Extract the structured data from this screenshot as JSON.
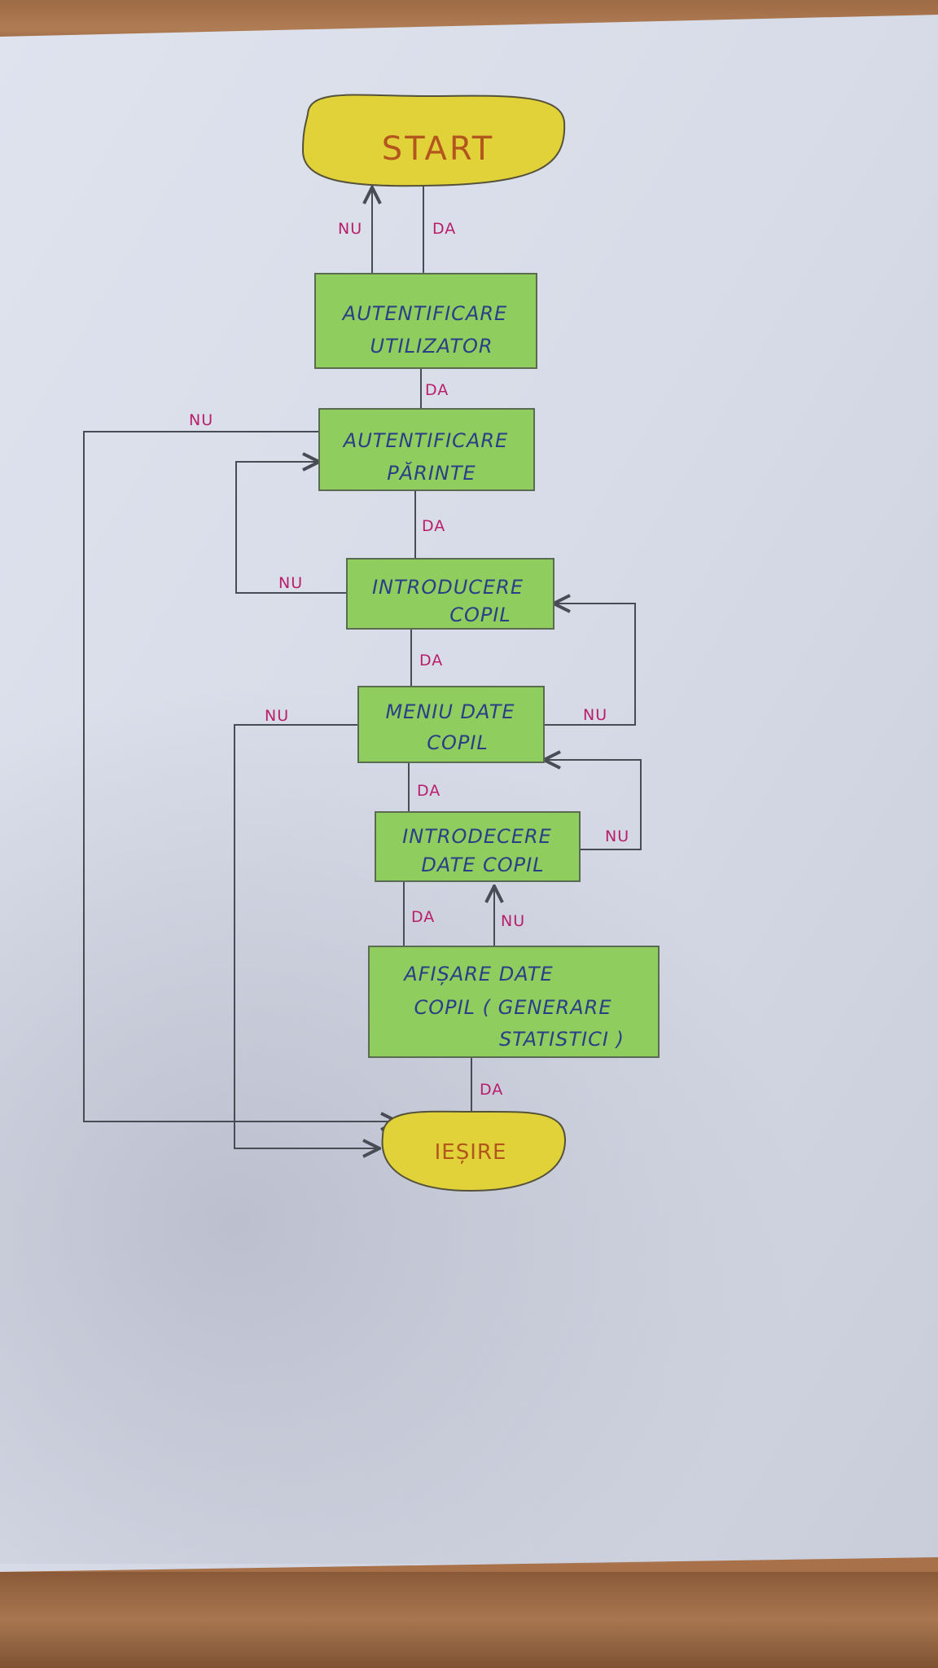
{
  "diagram": {
    "nodes": {
      "start": {
        "label": "START"
      },
      "auth_user": {
        "line1": "AUTENTIFICARE",
        "line2": "UTILIZATOR"
      },
      "auth_parent": {
        "line1": "AUTENTIFICARE",
        "line2": "PĂRINTE"
      },
      "intro_child": {
        "line1": "INTRODUCERE",
        "line2": "COPIL"
      },
      "menu_child": {
        "line1": "MENIU DATE",
        "line2": "COPIL"
      },
      "intro_data": {
        "line1": "INTRODECERE",
        "line2": "DATE COPIL"
      },
      "show_data": {
        "line1": "AFIȘARE DATE",
        "line2": "COPIL ( GENERARE",
        "line3": "STATISTICI )"
      },
      "exit": {
        "label": "IEȘIRE"
      }
    },
    "edge_labels": {
      "auth_user_nu": "NU",
      "auth_user_da": "DA",
      "auth_user_to_parent": "DA",
      "parent_nu": "NU",
      "parent_to_intro": "DA",
      "intro_nu": "NU",
      "intro_to_menu": "DA",
      "menu_left_nu": "NU",
      "menu_right_nu": "NU",
      "menu_to_data": "DA",
      "data_right_nu": "NU",
      "data_to_show": "DA",
      "show_back_nu": "NU",
      "show_to_exit": "DA"
    },
    "colors": {
      "start_exit_fill": "#e2d23a",
      "process_fill": "#8fcd5e",
      "node_text": "#2a3f86",
      "edge_label": "#b81e6b",
      "terminal_text": "#b3561d",
      "edge_stroke": "#4a4c55"
    }
  }
}
